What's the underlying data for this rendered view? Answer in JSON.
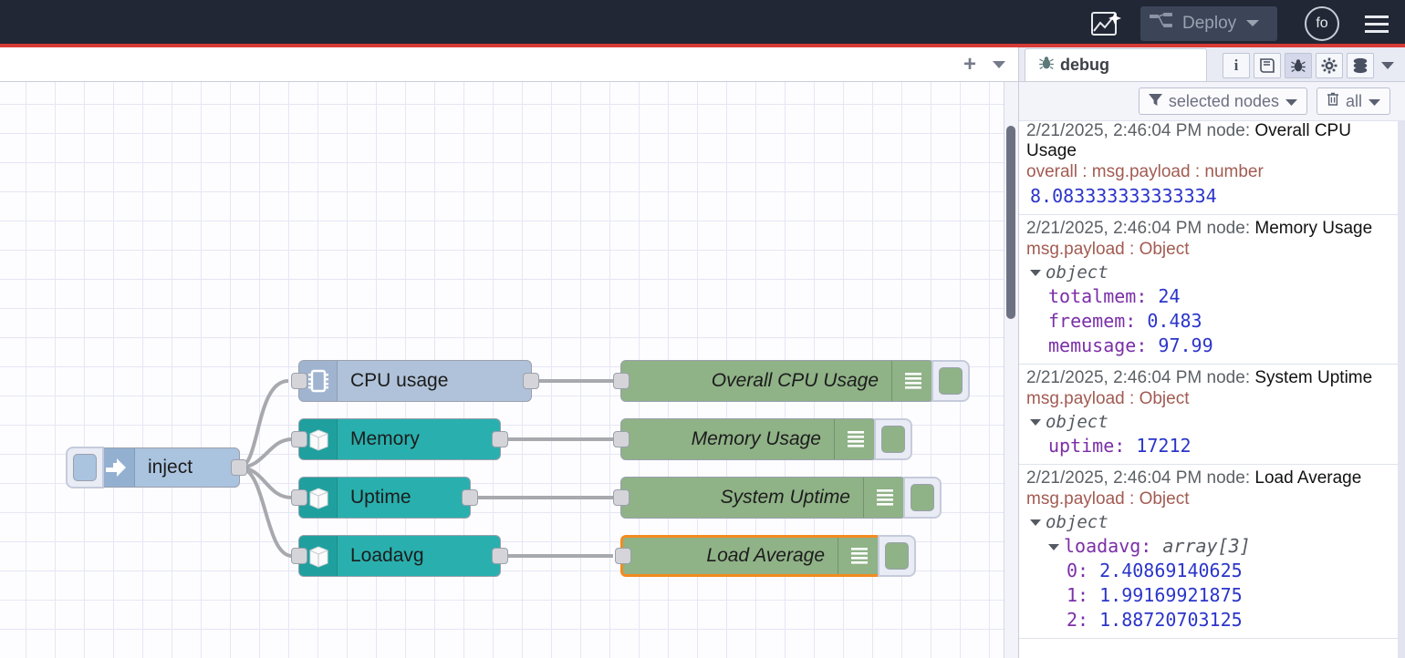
{
  "header": {
    "ai_icon": "ai-flow-sparkle-icon",
    "deploy_label": "Deploy",
    "deploy_icon": "deploy-nodes-icon",
    "avatar_initials": "fo",
    "menu_icon": "hamburger-menu-icon",
    "accent_color": "#d83a35",
    "background_color": "#212734"
  },
  "workspace": {
    "tabbar": {
      "add_label": "+",
      "add_icon": "plus-icon",
      "more_icon": "chevron-down-icon"
    },
    "nodes": [
      {
        "id": "inject",
        "label": "inject",
        "type": "inject",
        "kind": "inject"
      },
      {
        "id": "cpu",
        "label": "CPU usage",
        "type": "cpu",
        "kind": "function",
        "icon": "cpu-chip-icon"
      },
      {
        "id": "memory",
        "label": "Memory",
        "type": "teal",
        "kind": "function",
        "icon": "server-box-icon"
      },
      {
        "id": "uptime",
        "label": "Uptime",
        "type": "teal",
        "kind": "function",
        "icon": "server-box-icon"
      },
      {
        "id": "loadavg",
        "label": "Loadavg",
        "type": "teal",
        "kind": "function",
        "icon": "server-box-icon"
      },
      {
        "id": "dbg_cpu",
        "label": "Overall CPU Usage",
        "type": "debug",
        "kind": "debug"
      },
      {
        "id": "dbg_mem",
        "label": "Memory Usage",
        "type": "debug",
        "kind": "debug"
      },
      {
        "id": "dbg_up",
        "label": "System Uptime",
        "type": "debug",
        "kind": "debug"
      },
      {
        "id": "dbg_load",
        "label": "Load Average",
        "type": "debug",
        "kind": "debug",
        "selected": true
      }
    ],
    "selection_color": "#f38b20"
  },
  "sidebar": {
    "tab_label": "debug",
    "tab_icon": "bug-icon",
    "tools": [
      {
        "name": "info-icon",
        "glyph": "i",
        "active": false
      },
      {
        "name": "help-book-icon",
        "glyph": "▤",
        "active": false
      },
      {
        "name": "debug-bug-icon",
        "glyph": "⁂",
        "active": true
      },
      {
        "name": "settings-gear-icon",
        "glyph": "⚙",
        "active": false
      },
      {
        "name": "context-data-icon",
        "glyph": "≣",
        "active": false
      },
      {
        "name": "more-chevron-down-icon",
        "glyph": "▾",
        "active": false
      }
    ],
    "filter": {
      "label": "selected nodes",
      "icon": "filter-funnel-icon",
      "chevron": "chevron-down-icon"
    },
    "clear": {
      "label": "all",
      "icon": "trash-icon",
      "chevron": "chevron-down-icon"
    },
    "entries": [
      {
        "timestamp": "2/21/2025, 2:46:04 PM",
        "node_prefix": "node: ",
        "node": "Overall CPU Usage",
        "topic": "overall : msg.payload : number",
        "value": "8.083333333333334",
        "props": []
      },
      {
        "timestamp": "2/21/2025, 2:46:04 PM",
        "node_prefix": "node: ",
        "node": "Memory Usage",
        "topic": "msg.payload : Object",
        "object_label": "object",
        "props": [
          {
            "key": "totalmem",
            "value": "24"
          },
          {
            "key": "freemem",
            "value": "0.483"
          },
          {
            "key": "memusage",
            "value": "97.99"
          }
        ]
      },
      {
        "timestamp": "2/21/2025, 2:46:04 PM",
        "node_prefix": "node: ",
        "node": "System Uptime",
        "topic": "msg.payload : Object",
        "object_label": "object",
        "props": [
          {
            "key": "uptime",
            "value": "17212"
          }
        ]
      },
      {
        "timestamp": "2/21/2025, 2:46:04 PM",
        "node_prefix": "node: ",
        "node": "Load Average",
        "topic": "msg.payload : Object",
        "object_label": "object",
        "array_key": "loadavg",
        "array_type": "array[3]",
        "props": [
          {
            "key": "0",
            "value": "2.40869140625"
          },
          {
            "key": "1",
            "value": "1.99169921875"
          },
          {
            "key": "2",
            "value": "1.88720703125"
          }
        ]
      }
    ]
  }
}
